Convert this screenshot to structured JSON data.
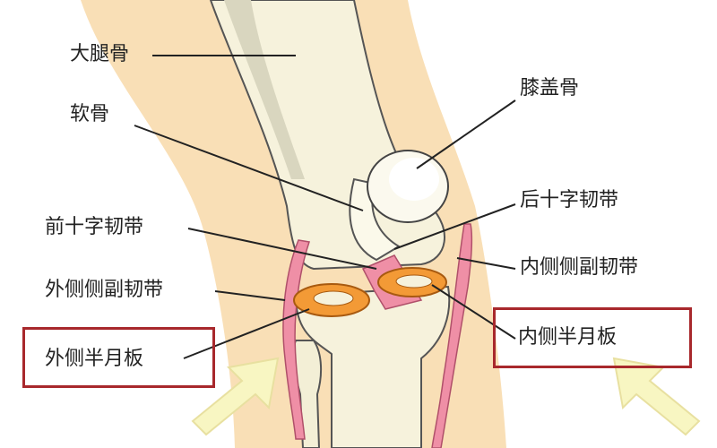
{
  "labels": {
    "femur": "大腿骨",
    "cartilage": "软骨",
    "patella": "膝盖骨",
    "pcl": "后十字韧带",
    "acl": "前十字韧带",
    "mcl": "内侧侧副韧带",
    "lcl": "外侧侧副韧带",
    "lateral_meniscus": "外侧半月板",
    "medial_meniscus": "内侧半月板"
  },
  "colors": {
    "skin": "#f9dfb6",
    "bone": "#f6f2dc",
    "bone_shade": "#d9d6bf",
    "ligament": "#ef8fa6",
    "meniscus": "#f39a36",
    "highlight_box": "#a8282c",
    "arrow": "#f8f6c2"
  }
}
